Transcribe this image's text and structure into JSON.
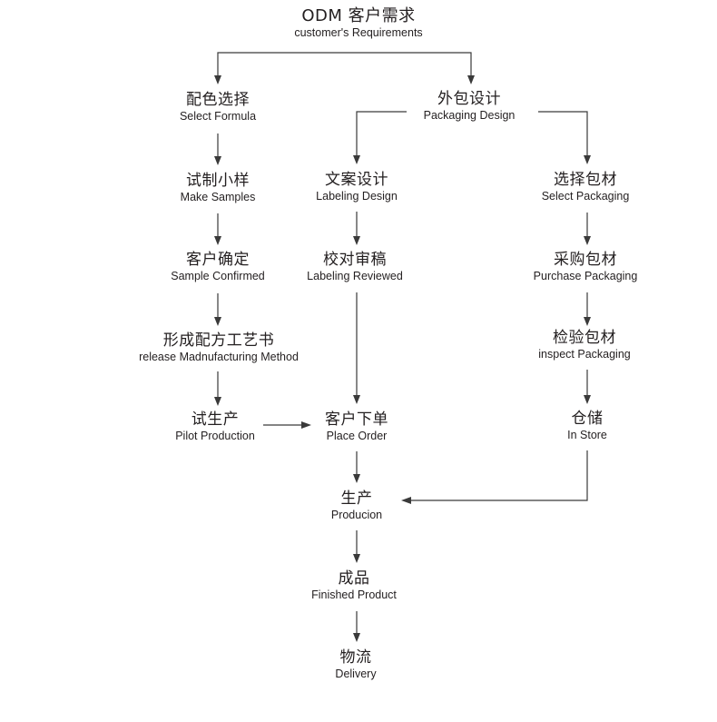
{
  "nodes": {
    "odm": {
      "zh": "ODM 客户需求",
      "en": "customer's Requirements"
    },
    "formula": {
      "zh": "配色选择",
      "en": "Select Formula"
    },
    "packaging_design": {
      "zh": "外包设计",
      "en": "Packaging Design"
    },
    "samples": {
      "zh": "试制小样",
      "en": "Make Samples"
    },
    "labeling_design": {
      "zh": "文案设计",
      "en": "Labeling Design"
    },
    "select_packaging": {
      "zh": "选择包材",
      "en": "Select Packaging"
    },
    "sample_confirmed": {
      "zh": "客户确定",
      "en": "Sample Confirmed"
    },
    "labeling_reviewed": {
      "zh": "校对审稿",
      "en": "Labeling Reviewed"
    },
    "purchase_packaging": {
      "zh": "采购包材",
      "en": "Purchase Packaging"
    },
    "method": {
      "zh": "形成配方工艺书",
      "en": "release Madnufacturing Method"
    },
    "inspect_packaging": {
      "zh": "检验包材",
      "en": "inspect Packaging"
    },
    "pilot": {
      "zh": "试生产",
      "en": "Pilot Production"
    },
    "place_order": {
      "zh": "客户下单",
      "en": "Place Order"
    },
    "in_store": {
      "zh": "仓储",
      "en": "In Store"
    },
    "production": {
      "zh": "生产",
      "en": "Producion"
    },
    "finished": {
      "zh": "成品",
      "en": "Finished Product"
    },
    "delivery": {
      "zh": "物流",
      "en": "Delivery"
    }
  }
}
